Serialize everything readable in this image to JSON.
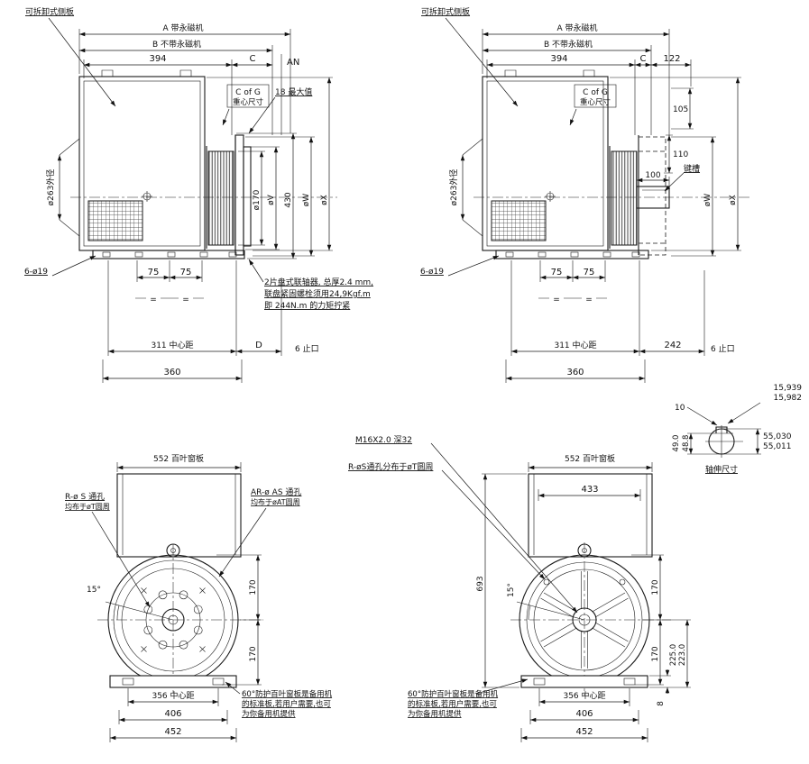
{
  "colors": {
    "line": "#1a1a1a",
    "background": "#ffffff"
  },
  "views": {
    "top_left": {
      "panel_label": "可拆卸式侧板",
      "a": "A 带永磁机",
      "b": "B 不带永磁机",
      "w394": "394",
      "c": "C",
      "an": "AN",
      "cog1": "C of G",
      "cog2": "重心尺寸",
      "max18": "18 最大值",
      "dia263": "ø263外径",
      "dia170": "ø170",
      "diaV": "øV",
      "h430": "430",
      "diaW": "øW",
      "diaX": "øX",
      "holes": "6-ø19",
      "s75a": "75",
      "s75b": "75",
      "eq1": "=",
      "eq2": "=",
      "c311": "311 中心距",
      "d": "D",
      "w360": "360",
      "spigot": "6 止口",
      "coupling_note": [
        "2片盘式联轴器, 总厚2.4 mm,",
        "联盘紧固螺栓须用24,9Kgf.m",
        "即 244N.m 的力矩拧紧"
      ]
    },
    "top_right": {
      "panel_label": "可拆卸式侧板",
      "a": "A 带永磁机",
      "b": "B 不带永磁机",
      "w394": "394",
      "c": "C",
      "w122": "122",
      "cog1": "C of G",
      "cog2": "重心尺寸",
      "h105": "105",
      "h110": "110",
      "w100": "100",
      "keyway": "键槽",
      "dia263": "ø263外径",
      "diaW": "øW",
      "diaX": "øX",
      "holes": "6-ø19",
      "s75a": "75",
      "s75b": "75",
      "eq1": "=",
      "eq2": "=",
      "c311": "311 中心距",
      "w242": "242",
      "w360": "360",
      "spigot": "6 止口"
    },
    "shaft_detail": {
      "kw1": "15,939",
      "kw2": "15,982",
      "kd": "10",
      "h1": "49.0",
      "h2": "48.8",
      "d1": "55,030",
      "d2": "55,011",
      "label": "轴伸尺寸"
    },
    "bottom_left": {
      "louver": "552 百叶窗板",
      "r1": "R-ø S 通孔",
      "r2": "均布于øT圆周",
      "ar1": "AR-ø AS 通孔",
      "ar2": "均布于øAT圆周",
      "angle": "15°",
      "v170a": "170",
      "v170b": "170",
      "c356": "356 中心距",
      "w406": "406",
      "w452": "452",
      "note": [
        "60°防护百叶窗板是备用机",
        "的标准板,若用户需要,也可",
        "为你备用机提供"
      ]
    },
    "bottom_right": {
      "tap": "M16X2.0 深32",
      "holes_r": "R-øS通孔分布于øT圆周",
      "louver": "552 百叶窗板",
      "w433": "433",
      "h693": "693",
      "angle": "15°",
      "v170a": "170",
      "v170b": "170",
      "v225": "225.0",
      "v223": "223.0",
      "c356": "356 中心距",
      "w406": "406",
      "w452": "452",
      "h8": "8",
      "note": [
        "60°防护百叶窗板是备用机",
        "的标准板,若用户需要,也可",
        "为你备用机提供"
      ]
    }
  }
}
